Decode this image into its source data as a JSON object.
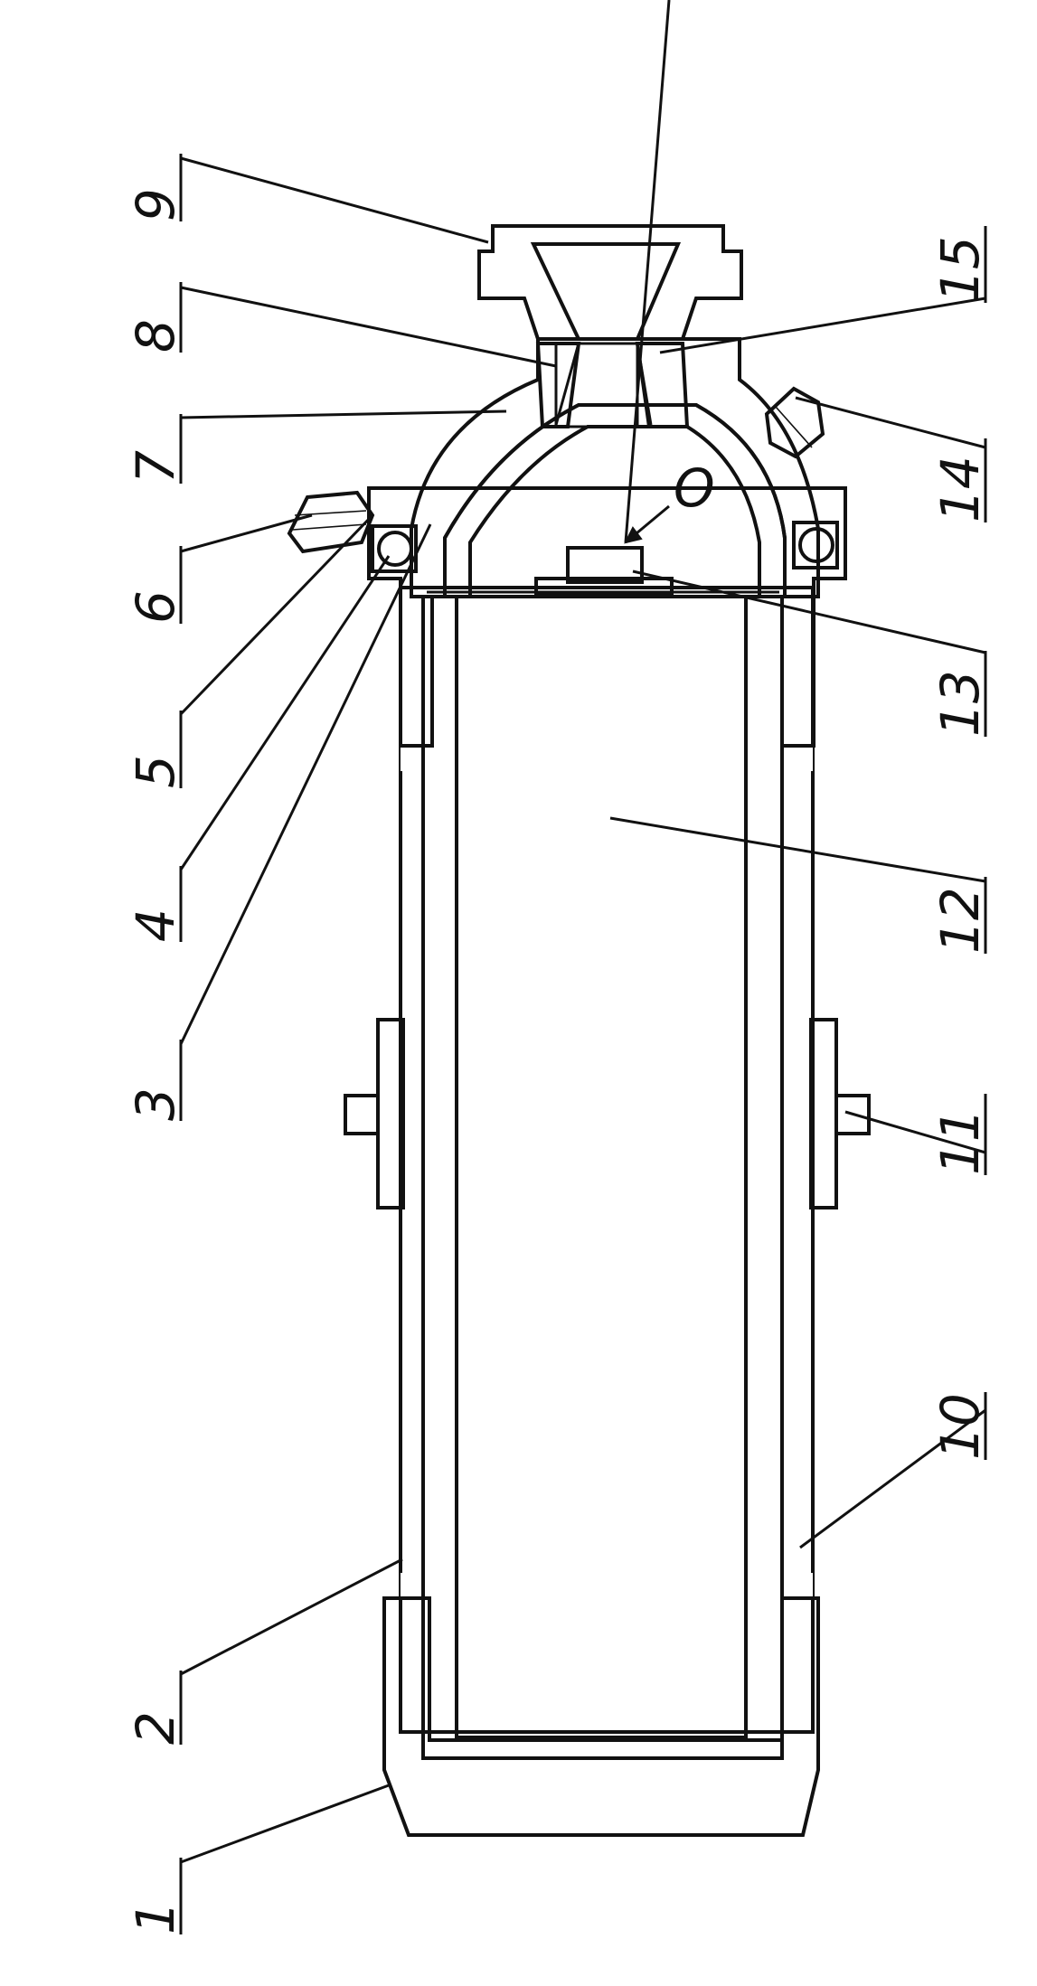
{
  "labels": {
    "l1": "1",
    "l2": "2",
    "l3": "3",
    "l4": "4",
    "l5": "5",
    "l6": "6",
    "l7": "7",
    "l8": "8",
    "l9": "9",
    "l10": "10",
    "l11": "11",
    "l12": "12",
    "l13": "13",
    "l14": "14",
    "l15": "15",
    "marker": "O"
  },
  "colors": {
    "ink": "#111111",
    "paper": "#ffffff"
  }
}
